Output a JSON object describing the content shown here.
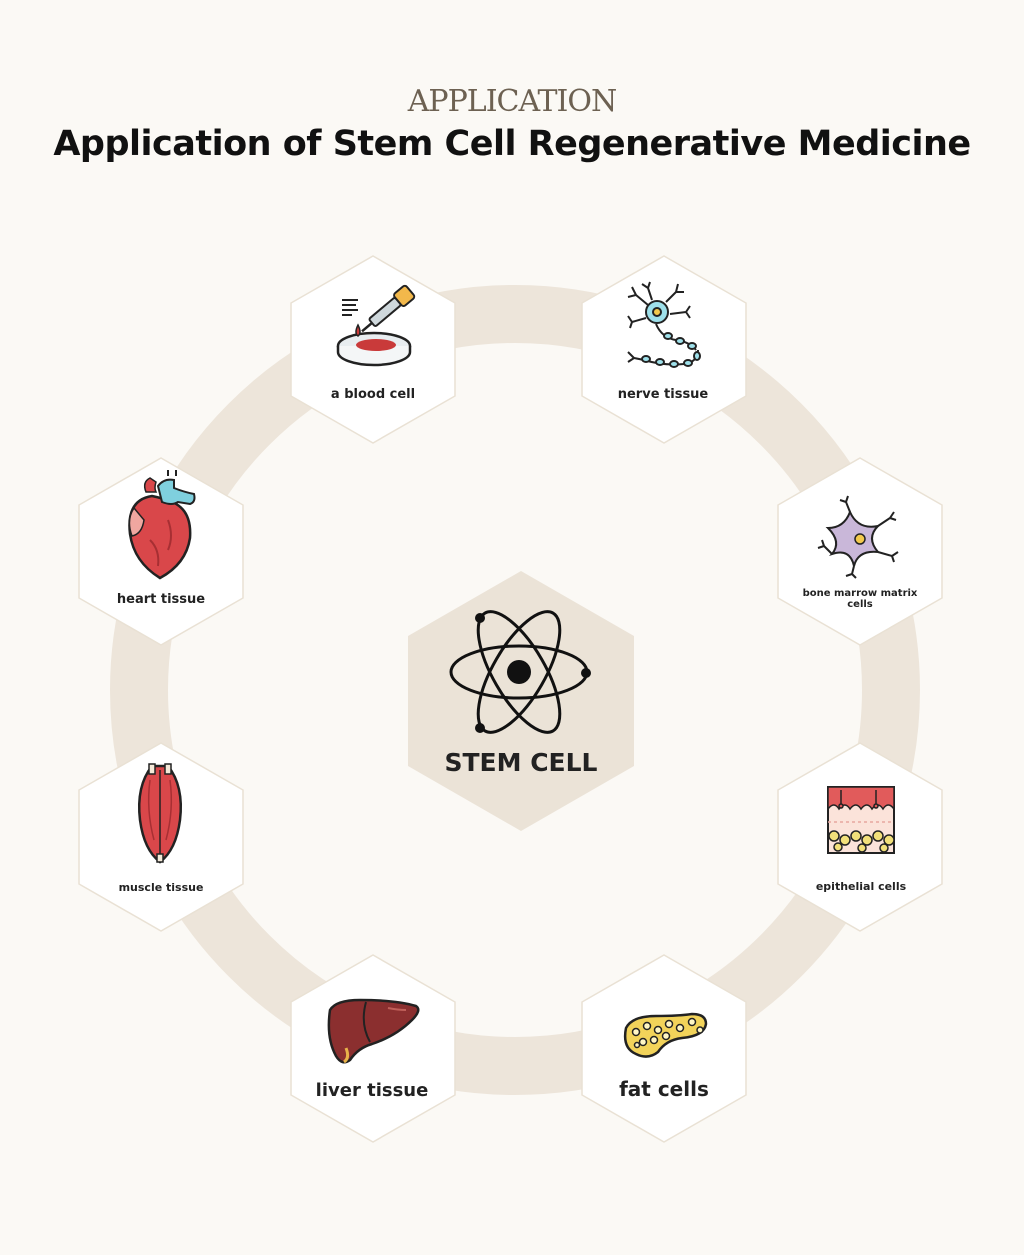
{
  "header": {
    "eyebrow": "APPLICATION",
    "title": "Application of Stem Cell Regenerative Medicine"
  },
  "center": {
    "label": "STEM CELL",
    "icon": "atom-icon"
  },
  "nodes": [
    {
      "id": "blood",
      "label": "a blood cell",
      "icon": "dropper-petri-dish-icon"
    },
    {
      "id": "nerve",
      "label": "nerve tissue",
      "icon": "neuron-icon"
    },
    {
      "id": "bone",
      "label_lines": [
        "bone marrow matrix",
        "cells"
      ],
      "icon": "stromal-cell-icon"
    },
    {
      "id": "epithelial",
      "label": "epithelial cells",
      "icon": "skin-layers-icon"
    },
    {
      "id": "fat",
      "label": "fat cells",
      "icon": "adipose-tissue-icon"
    },
    {
      "id": "liver",
      "label": "liver tissue",
      "icon": "liver-icon"
    },
    {
      "id": "muscle",
      "label": "muscle tissue",
      "icon": "muscle-icon"
    },
    {
      "id": "heart",
      "label": "heart tissue",
      "icon": "heart-icon"
    }
  ],
  "colors": {
    "ring": "#ede5da",
    "center_hex": "#ebe3d7",
    "node_hex": "#ffffff",
    "node_border": "#e9e1d4"
  }
}
